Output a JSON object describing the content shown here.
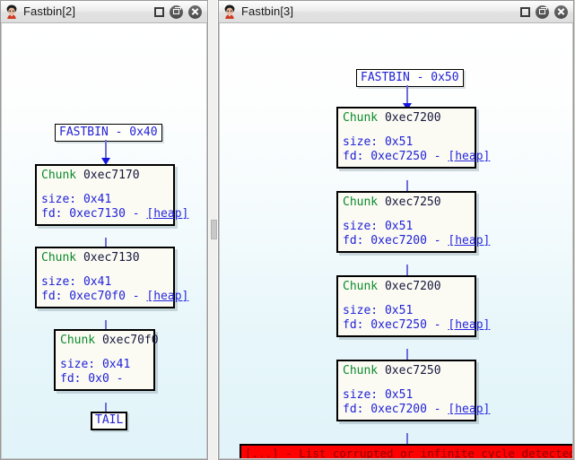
{
  "windows": [
    {
      "title": "Fastbin[2]",
      "icon": "app-face-icon",
      "controls": {
        "restore": "restore-window",
        "maximize": "maximize-window",
        "close": "close-window"
      },
      "graph": {
        "header": "FASTBIN - 0x40",
        "chunks": [
          {
            "title_kw": "Chunk",
            "address": "0xec7170",
            "size_line": "size: 0x41",
            "fd_label": "fd: 0xec7130 - ",
            "fd_link": "[heap]"
          },
          {
            "title_kw": "Chunk",
            "address": "0xec7130",
            "size_line": "size: 0x41",
            "fd_label": "fd: 0xec70f0 - ",
            "fd_link": "[heap]"
          },
          {
            "title_kw": "Chunk",
            "address": "0xec70f0",
            "size_line": "size: 0x41",
            "fd_label": "fd: 0x0 - ",
            "fd_link": ""
          }
        ],
        "terminator": "TAIL",
        "terminator_type": "tail"
      }
    },
    {
      "title": "Fastbin[3]",
      "icon": "app-face-icon",
      "controls": {
        "restore": "restore-window",
        "maximize": "maximize-window",
        "close": "close-window"
      },
      "graph": {
        "header": "FASTBIN - 0x50",
        "chunks": [
          {
            "title_kw": "Chunk",
            "address": "0xec7200",
            "size_line": "size: 0x51",
            "fd_label": "fd: 0xec7250 - ",
            "fd_link": "[heap]"
          },
          {
            "title_kw": "Chunk",
            "address": "0xec7250",
            "size_line": "size: 0x51",
            "fd_label": "fd: 0xec7200 - ",
            "fd_link": "[heap]"
          },
          {
            "title_kw": "Chunk",
            "address": "0xec7200",
            "size_line": "size: 0x51",
            "fd_label": "fd: 0xec7250 - ",
            "fd_link": "[heap]"
          },
          {
            "title_kw": "Chunk",
            "address": "0xec7250",
            "size_line": "size: 0x51",
            "fd_label": "fd: 0xec7200 - ",
            "fd_link": "[heap]"
          }
        ],
        "terminator": "[...] - List corrupted or infinite cycle detected",
        "terminator_type": "error"
      }
    }
  ],
  "colors": {
    "node_border": "#000000",
    "node_fill": "#fbfbf4",
    "keyword_green": "#0a8a2a",
    "field_blue": "#2222d8",
    "link_blue": "#2626e0",
    "edge_blue": "#6f6fd8",
    "error_bg": "#ff0000",
    "error_fg": "#8b0000",
    "canvas_top": "#ffffff",
    "canvas_bottom": "#e1f4f9"
  }
}
